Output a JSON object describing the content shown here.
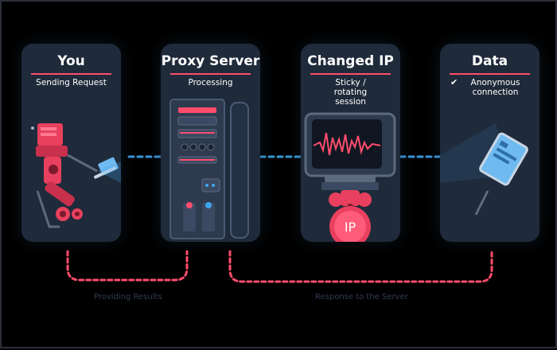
{
  "cards": [
    {
      "title": "You",
      "subtitle": "Sending Request"
    },
    {
      "title": "Proxy Server",
      "subtitle": "Processing"
    },
    {
      "title": "Changed IP",
      "subtitle": "Sticky / rotating session"
    },
    {
      "title": "Data",
      "subtitle": "Anonymous connection"
    }
  ],
  "ip_badge": "IP",
  "captions": {
    "providing_results": "Providing Results",
    "response_to_server": "Response to the Server"
  },
  "colors": {
    "background": "#000000",
    "card": "#1f2a3a",
    "accent_red": "#ff4d6d",
    "accent_blue": "#3ea7f0",
    "caption": "#313c54"
  }
}
